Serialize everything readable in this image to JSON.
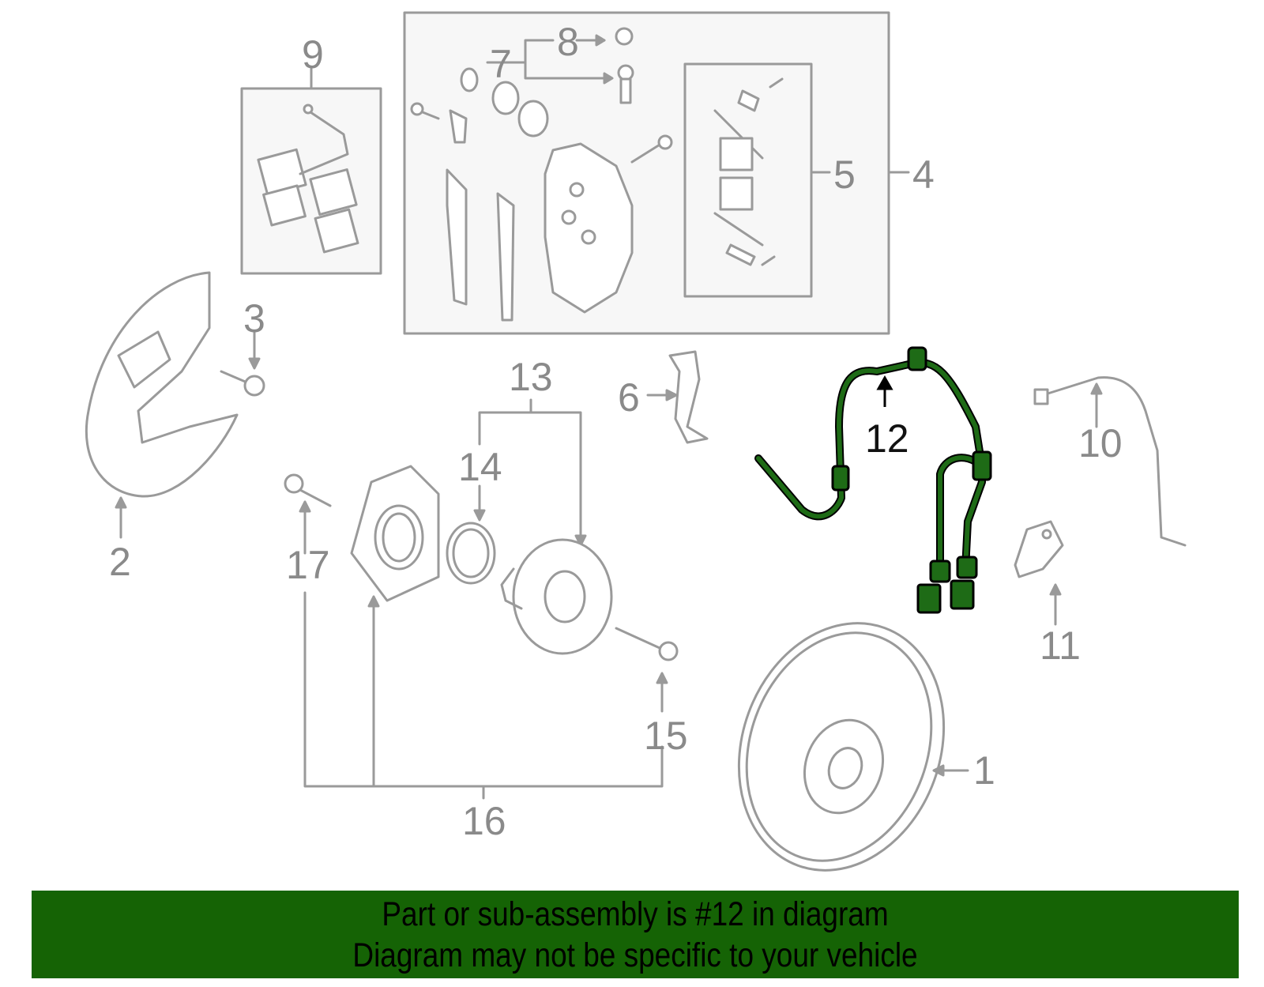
{
  "diagram": {
    "callouts": [
      {
        "id": "1",
        "label": "1"
      },
      {
        "id": "2",
        "label": "2"
      },
      {
        "id": "3",
        "label": "3"
      },
      {
        "id": "4",
        "label": "4"
      },
      {
        "id": "5",
        "label": "5"
      },
      {
        "id": "6",
        "label": "6"
      },
      {
        "id": "7",
        "label": "7"
      },
      {
        "id": "8",
        "label": "8"
      },
      {
        "id": "9",
        "label": "9"
      },
      {
        "id": "10",
        "label": "10"
      },
      {
        "id": "11",
        "label": "11"
      },
      {
        "id": "12",
        "label": "12"
      },
      {
        "id": "13",
        "label": "13"
      },
      {
        "id": "14",
        "label": "14"
      },
      {
        "id": "15",
        "label": "15"
      },
      {
        "id": "16",
        "label": "16"
      },
      {
        "id": "17",
        "label": "17"
      }
    ],
    "highlighted_part": "12",
    "colors": {
      "line_gray": "#9a9a9a",
      "highlight_green": "#1e6b16",
      "banner_green": "#156305"
    }
  },
  "banner": {
    "line1": "Part or sub-assembly is #12 in diagram",
    "line2": "Diagram may not be specific to your vehicle"
  }
}
